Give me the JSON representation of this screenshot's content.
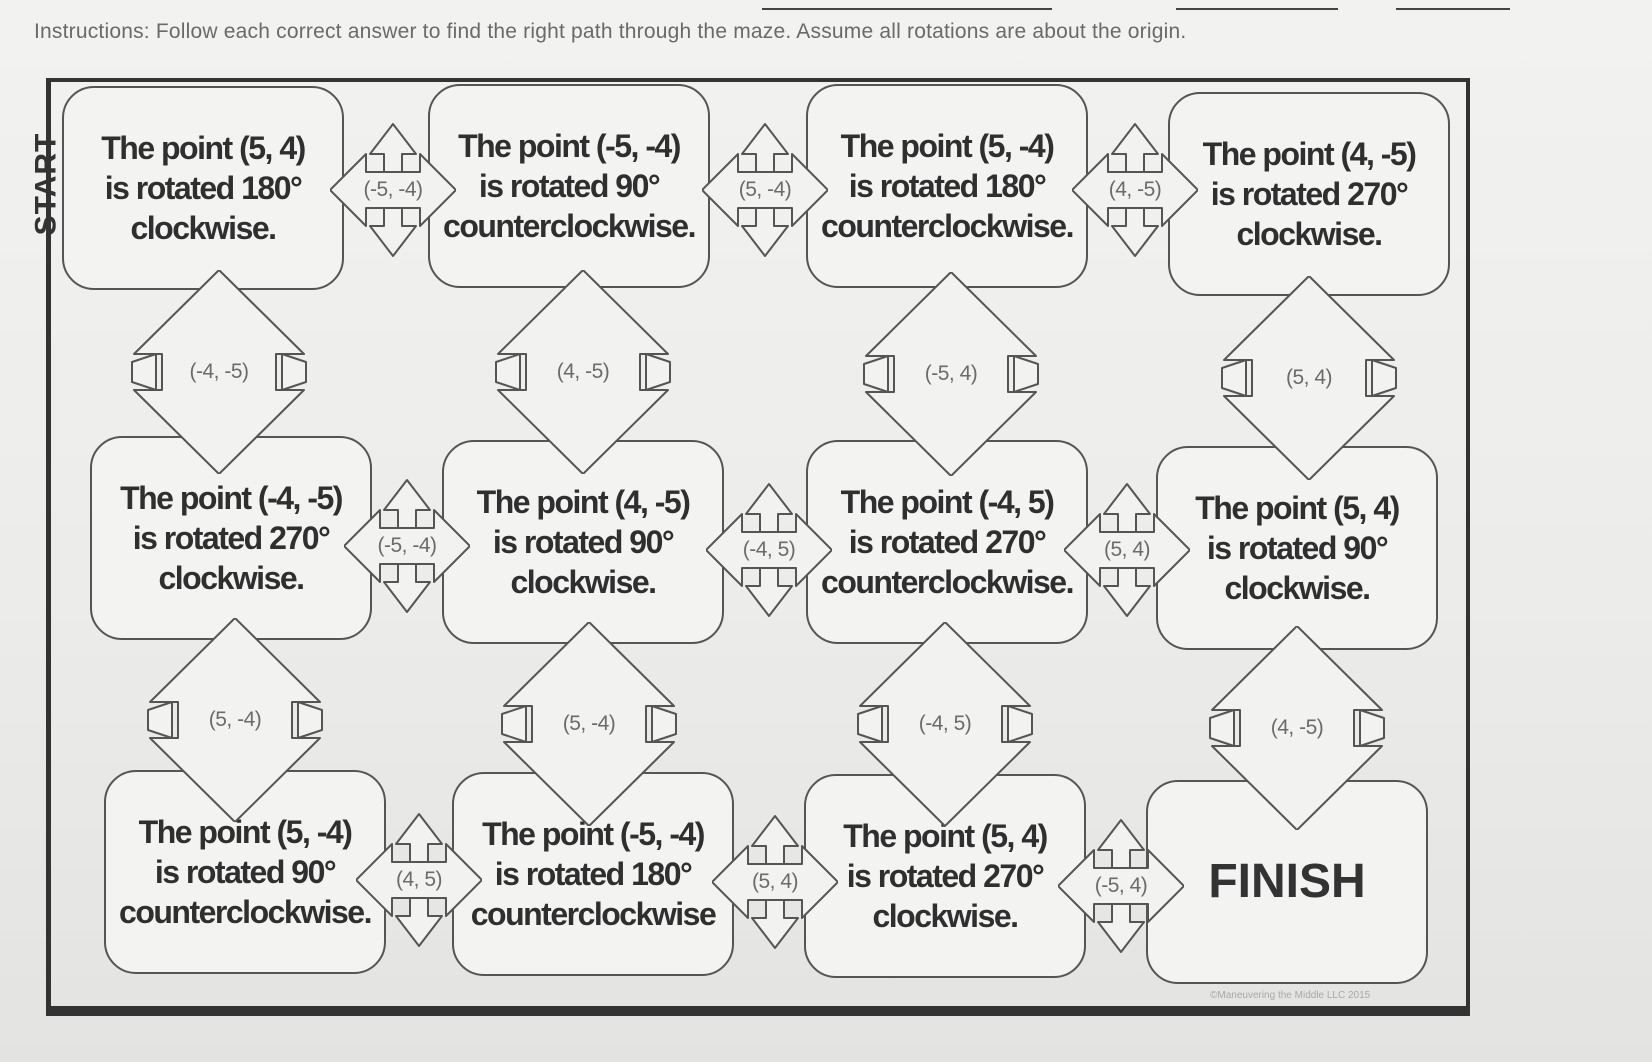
{
  "instructions": "Instructions: Follow each correct answer to find the right path through the maze. Assume all rotations are about the origin.",
  "start_label": "START",
  "boxes": [
    {
      "id": "r1c1",
      "line1": "The point (5, 4)",
      "line2": "is rotated 180°",
      "line3": "clockwise."
    },
    {
      "id": "r1c2",
      "line1": "The point (-5, -4)",
      "line2": "is rotated 90°",
      "line3": "counterclockwise."
    },
    {
      "id": "r1c3",
      "line1": "The point (5, -4)",
      "line2": "is rotated 180°",
      "line3": "counterclockwise."
    },
    {
      "id": "r1c4",
      "line1": "The point (4, -5)",
      "line2": "is rotated 270°",
      "line3": "clockwise."
    },
    {
      "id": "r2c1",
      "line1": "The point (-4, -5)",
      "line2": "is rotated 270°",
      "line3": "clockwise."
    },
    {
      "id": "r2c2",
      "line1": "The point (4, -5)",
      "line2": "is rotated 90°",
      "line3": "clockwise."
    },
    {
      "id": "r2c3",
      "line1": "The point (-4, 5)",
      "line2": "is rotated 270°",
      "line3": "counterclockwise."
    },
    {
      "id": "r2c4",
      "line1": "The point (5, 4)",
      "line2": "is rotated 90°",
      "line3": "clockwise."
    },
    {
      "id": "r3c1",
      "line1": "The point (5, -4)",
      "line2": "is rotated 90°",
      "line3": "counterclockwise."
    },
    {
      "id": "r3c2",
      "line1": "The point (-5, -4)",
      "line2": "is rotated 180°",
      "line3": "counterclockwise"
    },
    {
      "id": "r3c3",
      "line1": "The point (5, 4)",
      "line2": "is rotated 270°",
      "line3": "clockwise."
    },
    {
      "id": "r3c4",
      "finish": "FINISH"
    }
  ],
  "horizontal_connectors": [
    {
      "id": "h-r1-c1c2",
      "label": "(-5, -4)"
    },
    {
      "id": "h-r1-c2c3",
      "label": "(5, -4)"
    },
    {
      "id": "h-r1-c3c4",
      "label": "(4, -5)"
    },
    {
      "id": "h-r2-c1c2",
      "label": "(-5, -4)"
    },
    {
      "id": "h-r2-c2c3",
      "label": "(-4, 5)"
    },
    {
      "id": "h-r2-c3c4",
      "label": "(5, 4)"
    },
    {
      "id": "h-r3-c1c2",
      "label": "(4, 5)"
    },
    {
      "id": "h-r3-c2c3",
      "label": "(5, 4)"
    },
    {
      "id": "h-r3-c3c4",
      "label": "(-5, 4)"
    }
  ],
  "vertical_connectors": [
    {
      "id": "v-c1-r1r2",
      "label": "(-4, -5)"
    },
    {
      "id": "v-c2-r1r2",
      "label": "(4, -5)"
    },
    {
      "id": "v-c3-r1r2",
      "label": "(-5, 4)"
    },
    {
      "id": "v-c4-r1r2",
      "label": "(5, 4)"
    },
    {
      "id": "v-c1-r2r3",
      "label": "(5, -4)"
    },
    {
      "id": "v-c2-r2r3",
      "label": "(5, -4)"
    },
    {
      "id": "v-c3-r2r3",
      "label": "(-4, 5)"
    },
    {
      "id": "v-c4-r2r3",
      "label": "(4, -5)"
    }
  ],
  "copyright": "©Maneuvering the Middle LLC 2015",
  "colors": {
    "ink": "#2f2f2f",
    "label": "#6b6b6b",
    "stroke": "#555555",
    "paper": "#f2f2f0"
  }
}
